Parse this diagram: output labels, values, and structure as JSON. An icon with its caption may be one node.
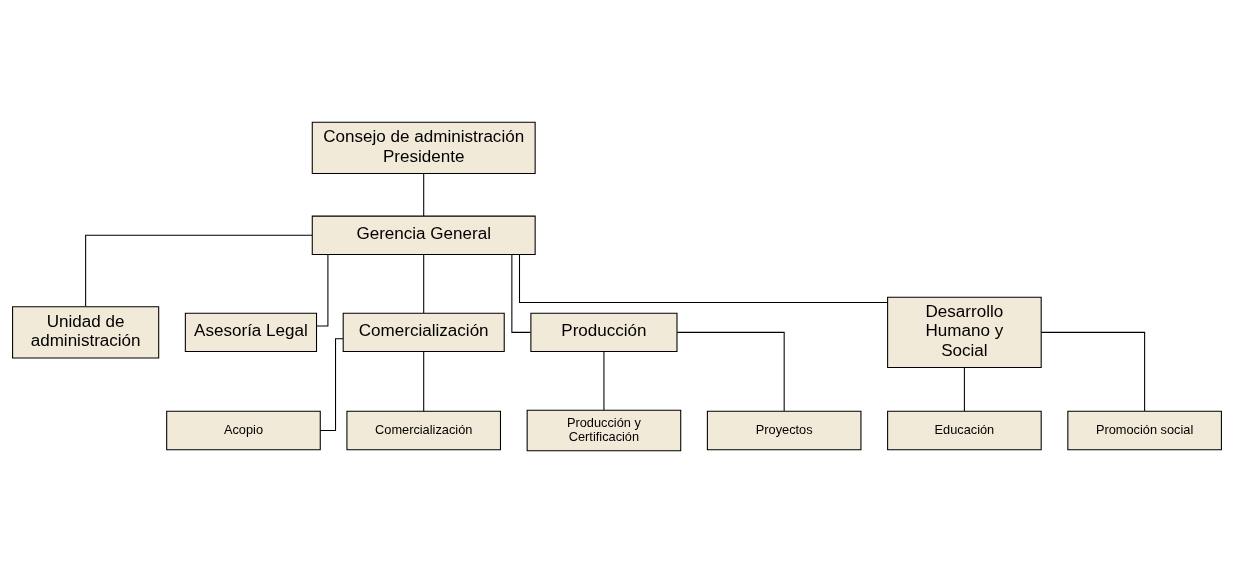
{
  "diagram": {
    "nodes": [
      {
        "text": [
          "Consejo de administración",
          "Presidente"
        ]
      },
      {
        "text": [
          "Gerencia General"
        ]
      },
      {
        "text": [
          "Unidad de administración"
        ]
      },
      {
        "text": [
          "Asesoría Legal"
        ]
      },
      {
        "text": [
          "Comercialización"
        ]
      },
      {
        "text": [
          "Producción"
        ]
      },
      {
        "text": [
          "Desarrollo Humano y Social"
        ]
      },
      {
        "text": [
          "Acopio"
        ]
      },
      {
        "text": [
          "Comercialización"
        ]
      },
      {
        "text": [
          "Producción y Certificación"
        ]
      },
      {
        "text": [
          "Proyectos"
        ]
      },
      {
        "text": [
          "Educación"
        ]
      },
      {
        "text": [
          "Promoción social"
        ]
      }
    ],
    "edges": [
      {
        "from": 0,
        "to": 1,
        "arrow": "none"
      },
      {
        "from": 1,
        "to": 2,
        "arrow": "none"
      },
      {
        "from": 1,
        "to": 3,
        "arrow": "none"
      },
      {
        "from": 1,
        "to": 4,
        "arrow": "none"
      },
      {
        "from": 1,
        "to": 5,
        "arrow": "none"
      },
      {
        "from": 1,
        "to": 6,
        "arrow": "none"
      },
      {
        "from": 4,
        "to": 7,
        "arrow": "none"
      },
      {
        "from": 4,
        "to": 8,
        "arrow": "none"
      },
      {
        "from": 5,
        "to": 9,
        "arrow": "none"
      },
      {
        "from": 5,
        "to": 10,
        "arrow": "none"
      },
      {
        "from": 6,
        "to": 11,
        "arrow": "none"
      },
      {
        "from": 6,
        "to": 12,
        "arrow": "none"
      }
    ]
  }
}
